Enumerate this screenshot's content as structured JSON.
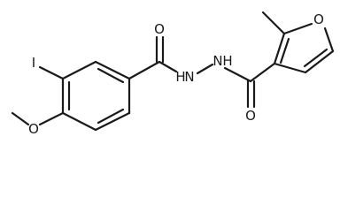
{
  "molecule": {
    "atom_labels": {
      "iodine": "I",
      "methoxy_oxygen": "O",
      "carbonyl_oxygen_left": "O",
      "hydrazide_nh_left": "H",
      "hydrazide_n_left": "N",
      "hydrazide_n_right": "N",
      "hydrazide_nh_right": "H",
      "carbonyl_oxygen_right": "O",
      "furan_oxygen": "O"
    },
    "colors": {
      "bond": "#1a1a1a",
      "label": "#1a1a1a",
      "background": "#ffffff"
    }
  }
}
